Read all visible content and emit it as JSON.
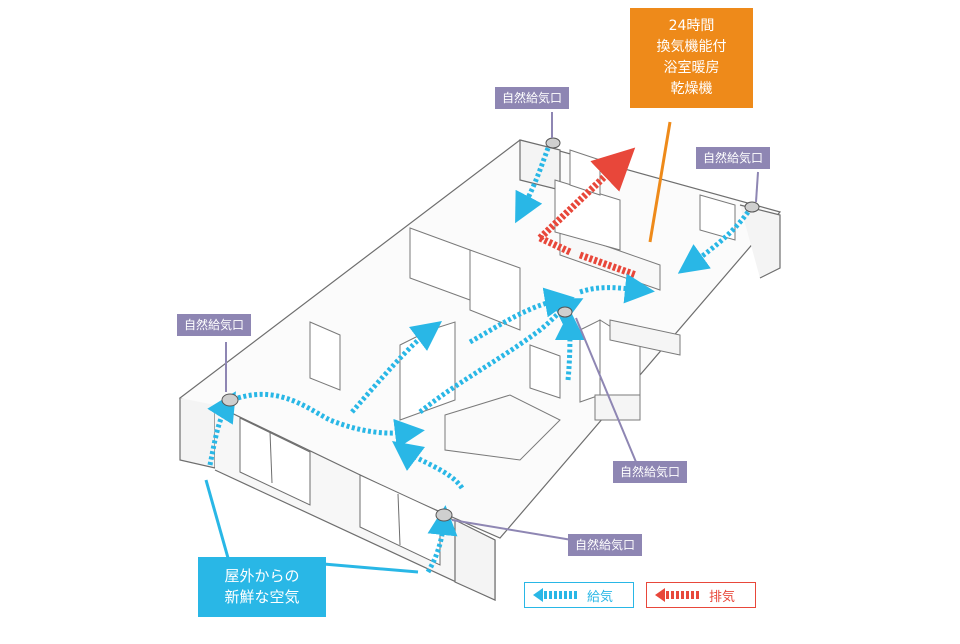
{
  "labels": {
    "fan": [
      "24時間",
      "換気機能付",
      "浴室暖房",
      "乾燥機"
    ],
    "vent_top": "自然給気口",
    "vent_right": "自然給気口",
    "vent_left": "自然給気口",
    "vent_center": "自然給気口",
    "vent_bottom": "自然給気口",
    "fresh_air": [
      "屋外からの",
      "新鮮な空気"
    ]
  },
  "legend": {
    "supply": "給気",
    "exhaust": "排気"
  },
  "colors": {
    "supply": "#29b7e6",
    "exhaust": "#e8473a",
    "label_purple": "#8e86b3",
    "label_orange": "#ee8a1a",
    "label_cyan": "#29b7e6"
  }
}
